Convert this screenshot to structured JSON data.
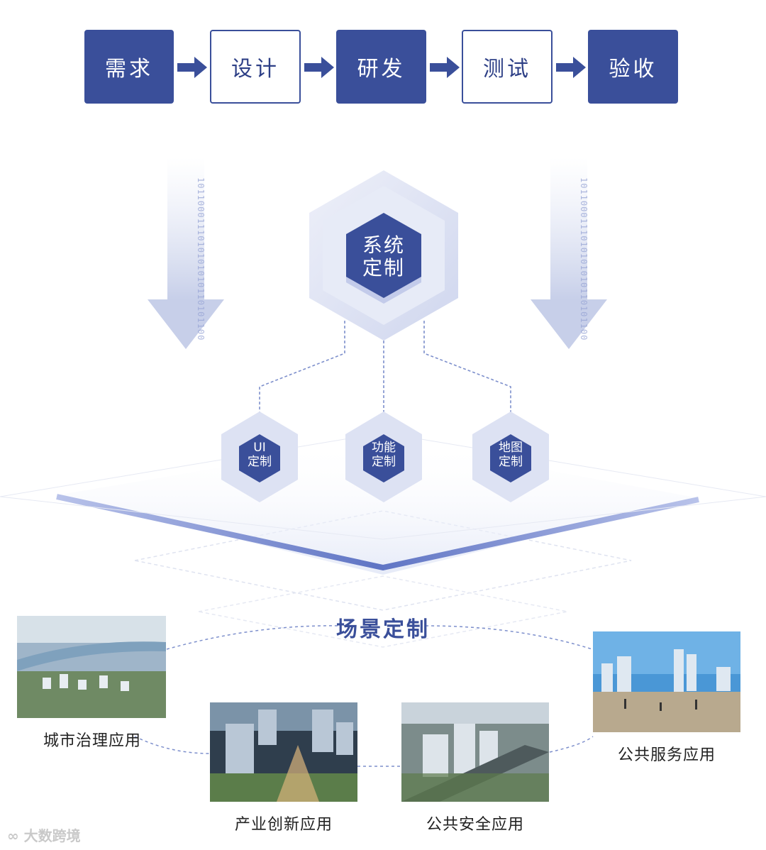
{
  "process_steps": [
    "需求",
    "设计",
    "研发",
    "测试",
    "验收"
  ],
  "core": {
    "line1": "系统",
    "line2": "定制"
  },
  "modules": [
    {
      "line1": "UI",
      "line2": "定制"
    },
    {
      "line1": "功能",
      "line2": "定制"
    },
    {
      "line1": "地图",
      "line2": "定制"
    }
  ],
  "scene_layer_title": "场景定制",
  "scenes": [
    {
      "label": "城市治理应用",
      "icon": "aerial-city-river-photo"
    },
    {
      "label": "产业创新应用",
      "icon": "industrial-park-photo"
    },
    {
      "label": "公共安全应用",
      "icon": "city-intersection-photo"
    },
    {
      "label": "公共服务应用",
      "icon": "public-square-skyline-photo"
    }
  ],
  "binary_stream_text": "1011000111010101010110101100",
  "watermark": "大数跨境",
  "colors": {
    "primary": "#3a4f9a",
    "light_hex": "#dfe3f3",
    "white": "#ffffff"
  }
}
